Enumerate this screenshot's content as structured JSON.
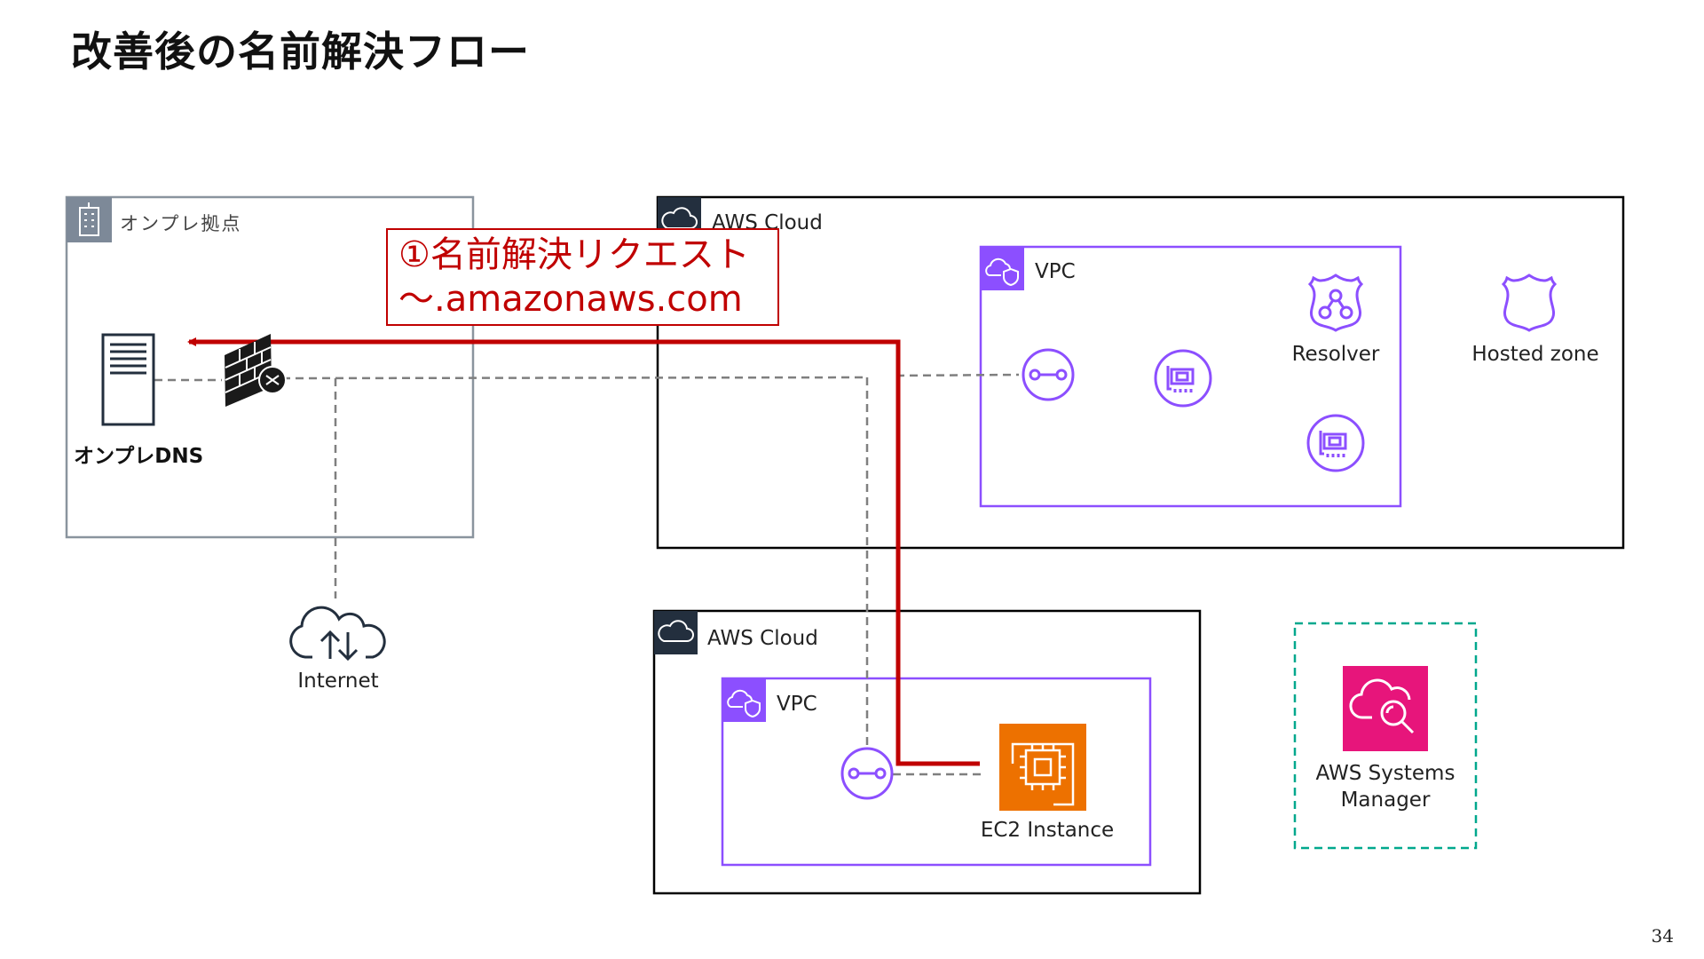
{
  "title": "改善後の名前解決フロー",
  "page_number": "34",
  "onprem": {
    "group_label": "オンプレ拠点",
    "dns_label": "オンプレDNS"
  },
  "internet": {
    "label": "Internet"
  },
  "aws_top": {
    "group_label": "AWS Cloud",
    "vpc_label": "VPC",
    "resolver_label": "Resolver",
    "hosted_zone_label": "Hosted zone"
  },
  "aws_bottom": {
    "group_label": "AWS Cloud",
    "vpc_label": "VPC",
    "ec2_label": "EC2 Instance"
  },
  "ssm": {
    "label_line1": "AWS Systems",
    "label_line2": "Manager"
  },
  "callout": {
    "line1": "①名前解決リクエスト",
    "line2": "～.amazonaws.com"
  },
  "colors": {
    "aws_border": "#000000",
    "vpc_purple": "#8c4fff",
    "onprem_gray": "#7d8998",
    "request_red": "#c00000",
    "ec2_orange": "#ed7100",
    "ssm_pink": "#e7157b",
    "ssm_teal": "#01a88d"
  }
}
